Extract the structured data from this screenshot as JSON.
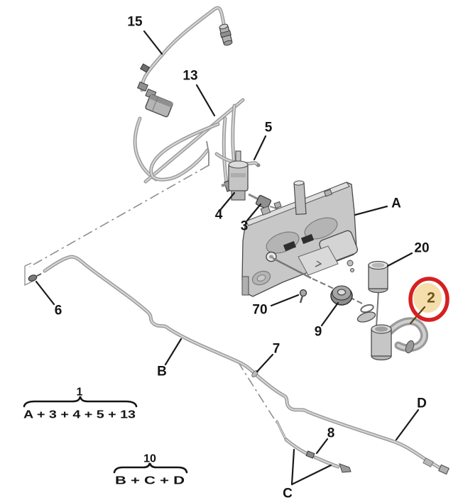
{
  "parts_diagram": {
    "labels": {
      "n15": "15",
      "n13": "13",
      "n5": "5",
      "n4": "4",
      "n3": "3",
      "n70": "70",
      "n9": "9",
      "n20": "20",
      "n6": "6",
      "n7": "7",
      "n8": "8",
      "n2": "2",
      "A": "A",
      "B": "B",
      "C": "C",
      "D": "D"
    },
    "formulas": {
      "assembly1": {
        "result": "1",
        "components": "A + 3 + 4 + 5 + 13"
      },
      "assembly10": {
        "result": "10",
        "components": "B + C + D"
      }
    },
    "highlight": {
      "part": "2",
      "ring_color": "#d62021",
      "glow_color": "#f5deab",
      "number_color": "#6b531b",
      "leader_color": "#55431a"
    }
  }
}
